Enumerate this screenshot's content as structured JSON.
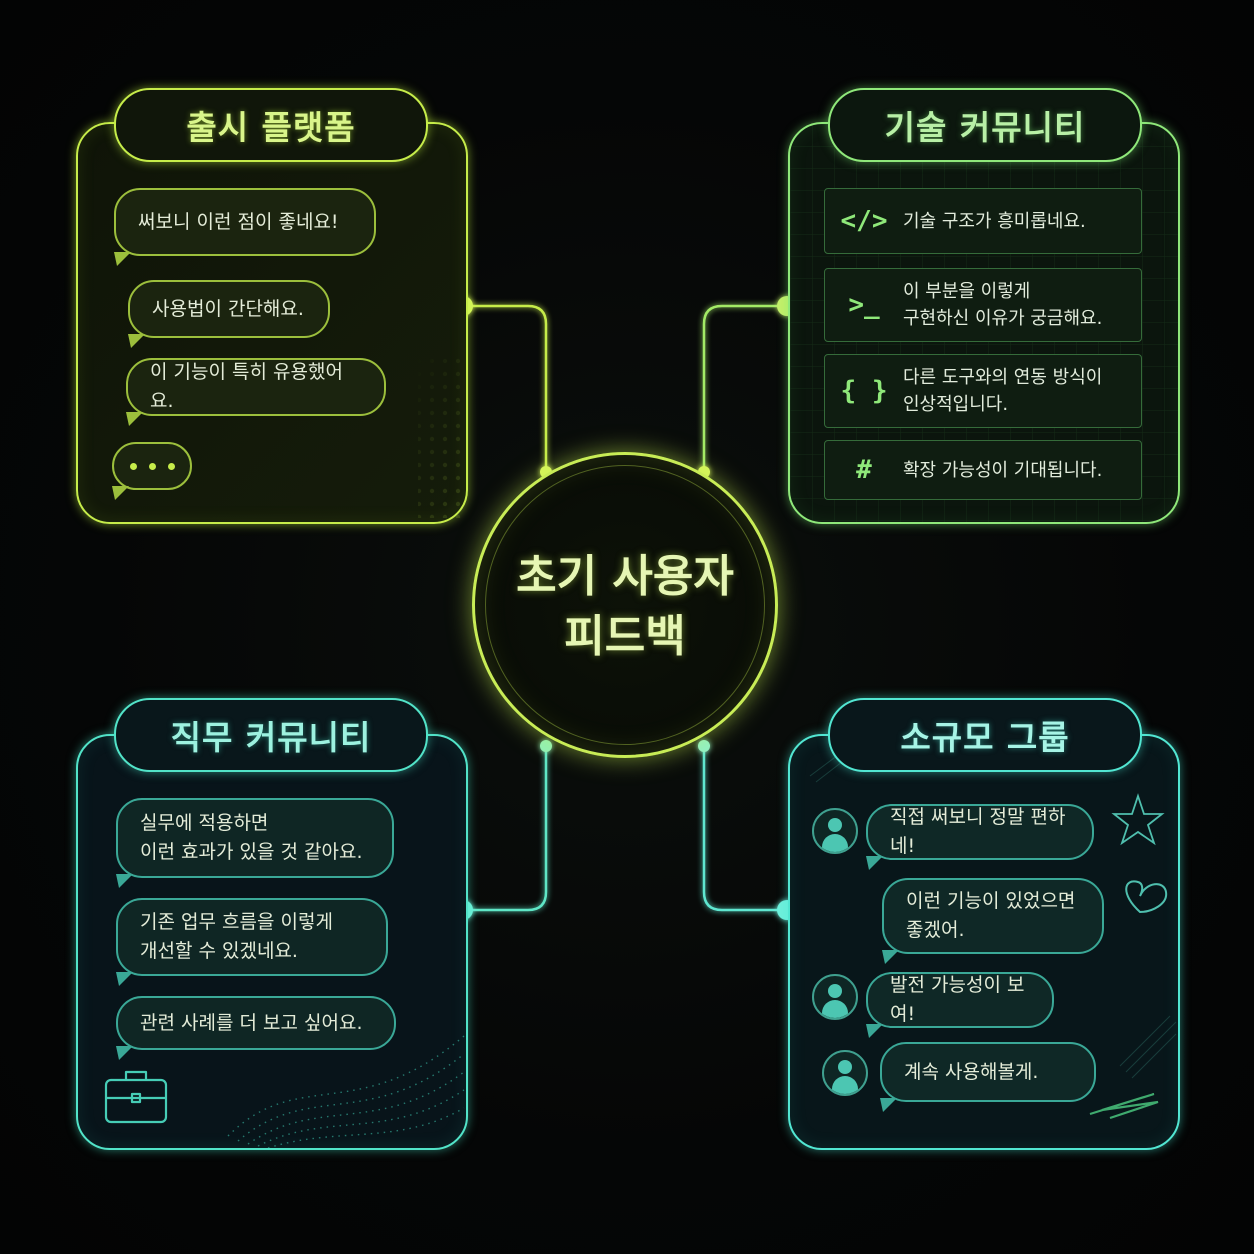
{
  "center": {
    "title": "초기 사용자\n피드백"
  },
  "launch_platform": {
    "title": "출시 플랫폼",
    "bubbles": [
      "써보니 이런 점이 좋네요!",
      "사용법이 간단해요.",
      "이 기능이 특히 유용했어요."
    ],
    "typing_indicator": "•••"
  },
  "tech_community": {
    "title": "기술 커뮤니티",
    "rows": [
      {
        "icon": "</>",
        "icon_name": "code-icon",
        "text": "기술 구조가 흥미롭네요."
      },
      {
        "icon": ">_",
        "icon_name": "terminal-icon",
        "text": "이 부분을 이렇게\n구현하신 이유가 궁금해요."
      },
      {
        "icon": "{ }",
        "icon_name": "braces-icon",
        "text": "다른 도구와의 연동 방식이\n인상적입니다."
      },
      {
        "icon": "#",
        "icon_name": "hash-icon",
        "text": "확장 가능성이 기대됩니다."
      }
    ]
  },
  "job_community": {
    "title": "직무 커뮤니티",
    "bubbles": [
      "실무에 적용하면\n이런 효과가 있을 것 같아요.",
      "기존 업무 흐름을 이렇게\n개선할 수 있겠네요.",
      "관련 사례를 더 보고 싶어요."
    ],
    "icon_name": "briefcase-icon"
  },
  "small_group": {
    "title": "소규모 그룹",
    "messages": [
      "직접 써보니 정말 편하네!",
      "이런 기능이 있었으면\n좋겠어.",
      "발전 가능성이 보여!",
      "계속 사용해볼게."
    ],
    "decor_icons": [
      "star-icon",
      "heart-icon",
      "scribble-icon"
    ]
  },
  "colors": {
    "launch": "#c6ec4a",
    "tech": "#8fe87a",
    "job": "#52e3c8",
    "small": "#52e6d2",
    "hub": "#c8ec56"
  }
}
